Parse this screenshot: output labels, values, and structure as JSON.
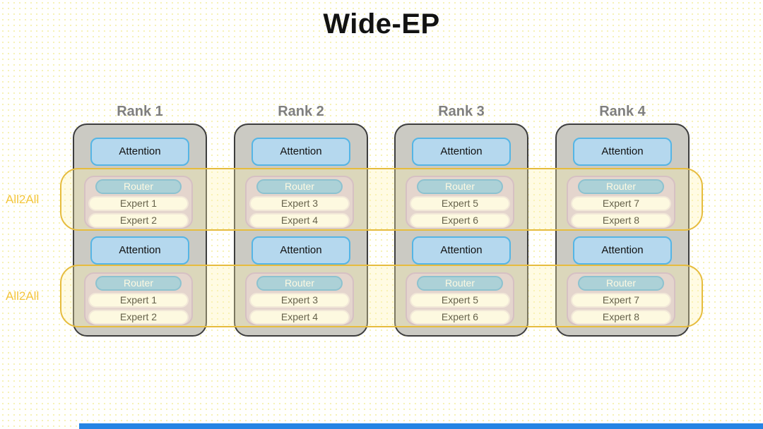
{
  "title": "Wide-EP",
  "bands": [
    {
      "label": "All2All"
    },
    {
      "label": "All2All"
    }
  ],
  "ranks": [
    {
      "label": "Rank 1",
      "groups": [
        {
          "attention": "Attention",
          "router": "Router",
          "experts": [
            "Expert 1",
            "Expert 2"
          ]
        },
        {
          "attention": "Attention",
          "router": "Router",
          "experts": [
            "Expert 1",
            "Expert 2"
          ]
        }
      ]
    },
    {
      "label": "Rank 2",
      "groups": [
        {
          "attention": "Attention",
          "router": "Router",
          "experts": [
            "Expert 3",
            "Expert 4"
          ]
        },
        {
          "attention": "Attention",
          "router": "Router",
          "experts": [
            "Expert 3",
            "Expert 4"
          ]
        }
      ]
    },
    {
      "label": "Rank 3",
      "groups": [
        {
          "attention": "Attention",
          "router": "Router",
          "experts": [
            "Expert 5",
            "Expert 6"
          ]
        },
        {
          "attention": "Attention",
          "router": "Router",
          "experts": [
            "Expert 5",
            "Expert 6"
          ]
        }
      ]
    },
    {
      "label": "Rank 4",
      "groups": [
        {
          "attention": "Attention",
          "router": "Router",
          "experts": [
            "Expert 7",
            "Expert 8"
          ]
        },
        {
          "attention": "Attention",
          "router": "Router",
          "experts": [
            "Expert 7",
            "Expert 8"
          ]
        }
      ]
    }
  ],
  "colors": {
    "band_border": "#e6bc3e",
    "all2all_text": "#f4c63e",
    "rank_label_text": "#7f7f7f",
    "rank_fill": "#cbcac3",
    "rank_border": "#3d3d3d",
    "attention_fill": "#b5d8ee",
    "attention_border": "#55b5e5",
    "router_fill": "#85c1ec",
    "expert_group_fill": "#d7c7de",
    "expert_group_border": "#c3a8cf",
    "expert_fill": "#fdfcf9",
    "progress_bar": "#2584e4"
  }
}
